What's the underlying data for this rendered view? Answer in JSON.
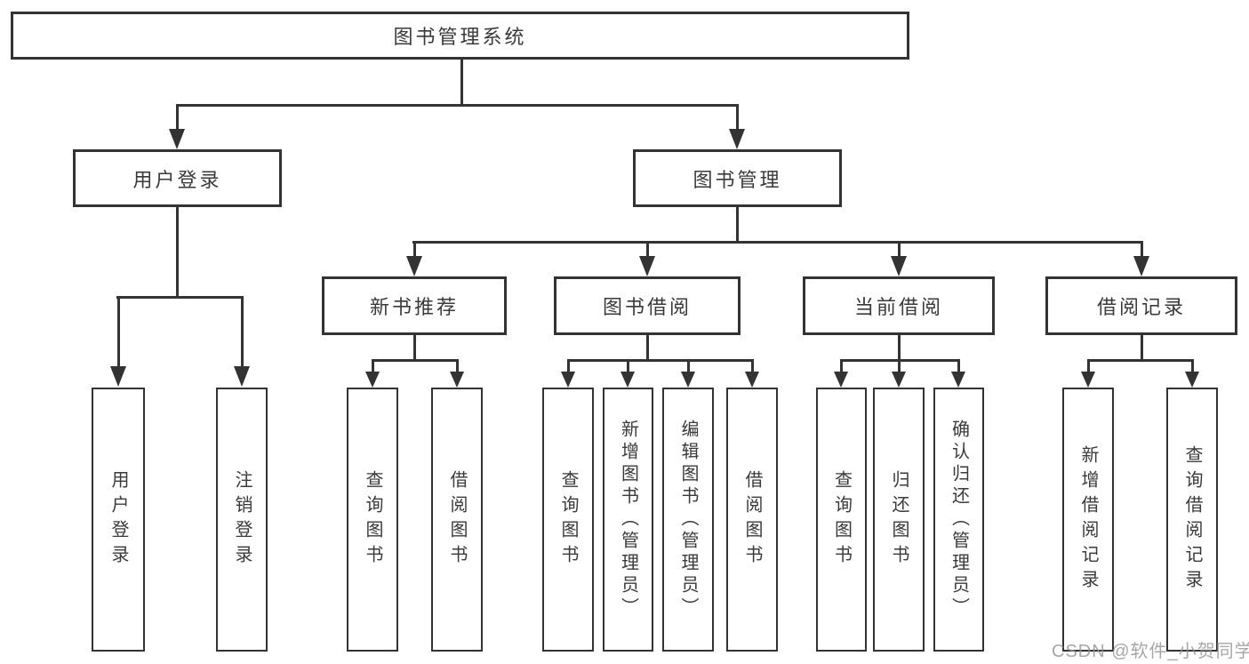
{
  "diagram_title": "图书管理系统",
  "nodes": {
    "root": "图书管理系统",
    "user_login": "用户登录",
    "book_mgmt": "图书管理",
    "new_book_rec": "新书推荐",
    "book_borrow": "图书借阅",
    "current_borrow": "当前借阅",
    "borrow_records": "借阅记录",
    "leaf_user_login": "用户登录",
    "leaf_logout": "注销登录",
    "leaf_query_book_1": "查询图书",
    "leaf_borrow_book_1": "借阅图书",
    "leaf_query_book_2": "查询图书",
    "leaf_add_book": "新增图书（管理员）",
    "leaf_edit_book": "编辑图书（管理员）",
    "leaf_borrow_book_2": "借阅图书",
    "leaf_query_book_3": "查询图书",
    "leaf_return_book": "归还图书",
    "leaf_confirm_return": "确认归还（管理员）",
    "leaf_add_record": "新增借阅记录",
    "leaf_query_record": "查询借阅记录"
  },
  "watermark": "CSDN @软件_小贺同学",
  "colors": {
    "line": "#333333",
    "text": "#3a3a3a",
    "background": "#ffffff",
    "watermark": "#919191"
  },
  "hierarchy": {
    "图书管理系统": {
      "用户登录": [
        "用户登录",
        "注销登录"
      ],
      "图书管理": {
        "新书推荐": [
          "查询图书",
          "借阅图书"
        ],
        "图书借阅": [
          "查询图书",
          "新增图书（管理员）",
          "编辑图书（管理员）",
          "借阅图书"
        ],
        "当前借阅": [
          "查询图书",
          "归还图书",
          "确认归还（管理员）"
        ],
        "借阅记录": [
          "新增借阅记录",
          "查询借阅记录"
        ]
      }
    }
  }
}
